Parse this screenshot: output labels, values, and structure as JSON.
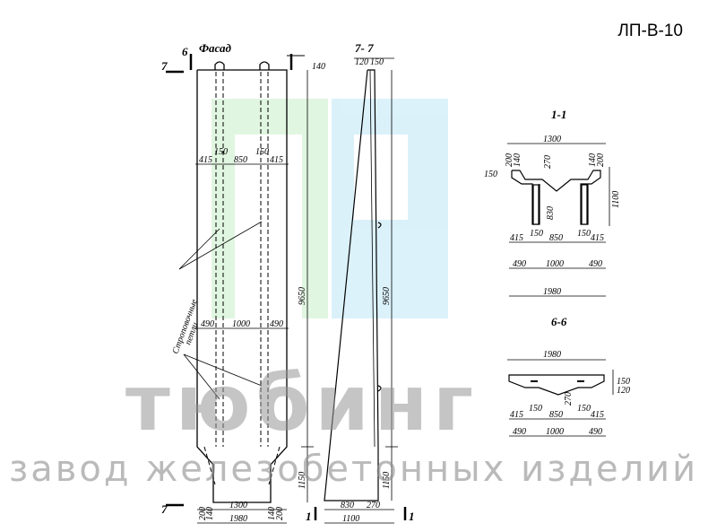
{
  "code": "ЛП-В-10",
  "facade": {
    "title": "Фасад",
    "section_mark_top": "6",
    "section_mark_side": "7",
    "dim_top_right": "140",
    "dims_mid_row1": [
      "150",
      "150"
    ],
    "dims_mid_row2": [
      "415",
      "850",
      "415"
    ],
    "dims_low_row": [
      "490",
      "1000",
      "490"
    ],
    "height": "9650",
    "base_height": "1150",
    "bottom_left_small": [
      "200",
      "140"
    ],
    "bottom_right_small": [
      "140",
      "200"
    ],
    "bottom_width": "1300",
    "total_width": "1980",
    "loops_label": [
      "Строповочные",
      "петли"
    ]
  },
  "section77": {
    "title": "7- 7",
    "top_dims": [
      "120",
      "150"
    ],
    "height": "9650",
    "base_height": "1150",
    "bottom_dims": [
      "830",
      "270"
    ],
    "total": "1100",
    "marker": "1"
  },
  "section11": {
    "title": "1-1",
    "width": "1300",
    "left_small": [
      "200",
      "140"
    ],
    "right_small": [
      "140",
      "200"
    ],
    "d270": "270",
    "d150": "150",
    "d830": "830",
    "height": "1100",
    "row1": [
      "415",
      "150",
      "850",
      "150",
      "415"
    ],
    "row2": [
      "490",
      "1000",
      "490"
    ],
    "total": "1980"
  },
  "section66": {
    "title": "6-6",
    "width": "1980",
    "right_dims": [
      "150",
      "120"
    ],
    "d270": "270",
    "row1": [
      "415",
      "150",
      "850",
      "150",
      "415"
    ],
    "row2": [
      "490",
      "1000",
      "490"
    ]
  },
  "watermark": {
    "main": "тюбинг",
    "sub": "завод железобетонных изделий"
  }
}
